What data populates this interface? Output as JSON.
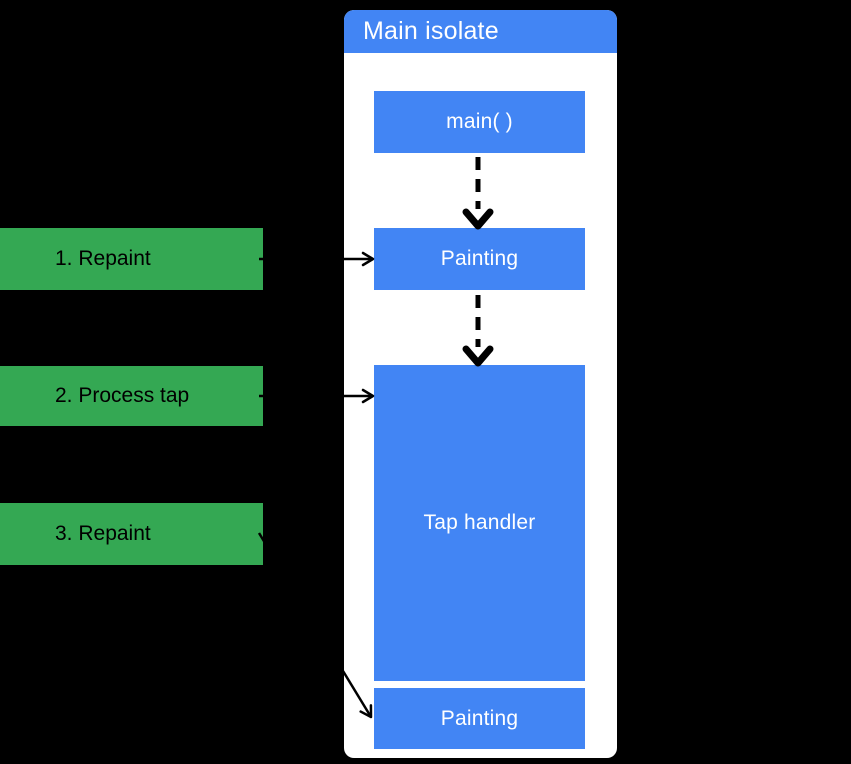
{
  "colors": {
    "background": "#000000",
    "panel": "#ffffff",
    "blue": "#4285F4",
    "green": "#34A853",
    "arrow": "#000000",
    "box_text": "#ffffff",
    "label_text": "#000000"
  },
  "panel": {
    "title": "Main isolate",
    "boxes": [
      {
        "id": "main",
        "label": "main( )"
      },
      {
        "id": "painting-1",
        "label": "Painting"
      },
      {
        "id": "tap-handler",
        "label": "Tap handler"
      },
      {
        "id": "painting-2",
        "label": "Painting"
      }
    ]
  },
  "steps": [
    {
      "id": "step-1",
      "text": "1. Repaint"
    },
    {
      "id": "step-2",
      "text": "2. Process tap"
    },
    {
      "id": "step-3",
      "text": "3. Repaint"
    }
  ]
}
